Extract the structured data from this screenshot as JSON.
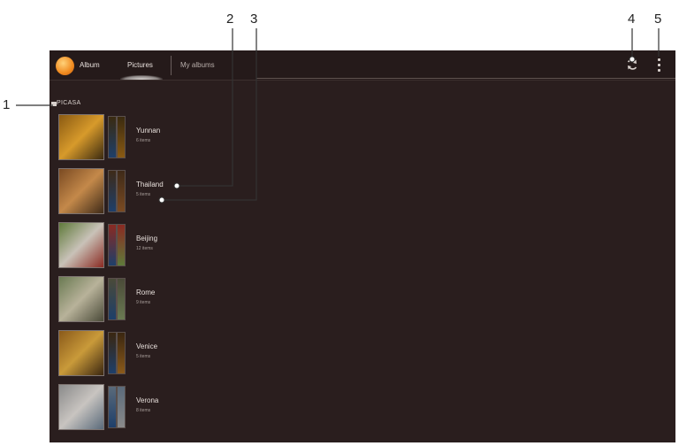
{
  "callouts": [
    "1",
    "2",
    "3",
    "4",
    "5"
  ],
  "app": {
    "title": "Album",
    "icon": "album-app-icon",
    "accent": "#f08a1f"
  },
  "tabs": [
    {
      "label": "Pictures",
      "selected": true
    },
    {
      "label": "My albums",
      "selected": false
    }
  ],
  "actions": {
    "sync_icon": "sync-icon",
    "menu_icon": "overflow-menu-icon"
  },
  "section": {
    "label": "PICASA",
    "icon": "picasa-icon"
  },
  "albums": [
    {
      "name": "Yunnan",
      "count": "6 items",
      "colors": [
        "#8a5a12",
        "#d79a2b",
        "#3a2a10"
      ]
    },
    {
      "name": "Thailand",
      "count": "5 items",
      "colors": [
        "#7a4a22",
        "#c4894a",
        "#3e2a18"
      ]
    },
    {
      "name": "Beijing",
      "count": "12 items",
      "colors": [
        "#5f7a3a",
        "#c9c2b8",
        "#8a2a22"
      ]
    },
    {
      "name": "Rome",
      "count": "9 items",
      "colors": [
        "#6a7a52",
        "#b8b29a",
        "#4a4a38"
      ]
    },
    {
      "name": "Venice",
      "count": "5 items",
      "colors": [
        "#8a5a1a",
        "#c99a3a",
        "#3a2610"
      ]
    },
    {
      "name": "Verona",
      "count": "8 items",
      "colors": [
        "#8a8a8a",
        "#c8c4c0",
        "#5a6a7a"
      ]
    }
  ]
}
